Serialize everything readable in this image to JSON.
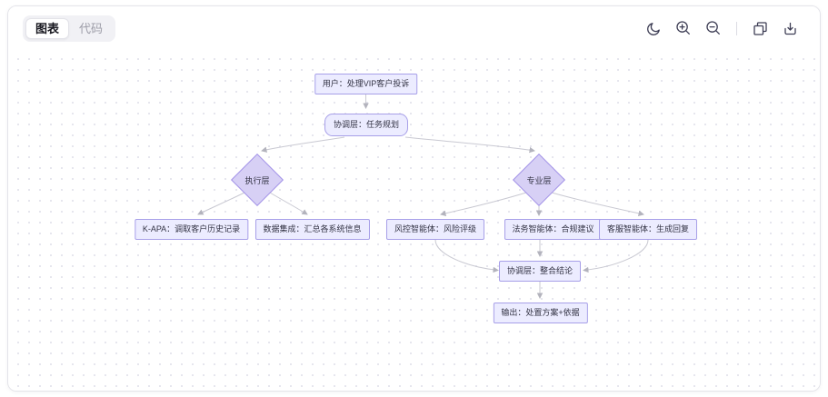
{
  "tabs": [
    {
      "id": "chart",
      "label": "图表",
      "active": true
    },
    {
      "id": "code",
      "label": "代码",
      "active": false
    }
  ],
  "toolbar": {
    "buttons": [
      {
        "name": "dark-mode",
        "icon": "moon-icon"
      },
      {
        "name": "zoom-in",
        "icon": "zoom-in-icon"
      },
      {
        "name": "zoom-out",
        "icon": "zoom-out-icon"
      },
      {
        "name": "copy",
        "icon": "copy-icon"
      },
      {
        "name": "download",
        "icon": "download-icon"
      }
    ]
  },
  "diagram": {
    "type": "flowchart",
    "nodes": [
      {
        "id": "user",
        "label": "用户：处理VIP客户投诉",
        "shape": "rect"
      },
      {
        "id": "plan",
        "label": "协调层：任务规划",
        "shape": "rounded"
      },
      {
        "id": "exec",
        "label": "执行层",
        "shape": "diamond"
      },
      {
        "id": "expert",
        "label": "专业层",
        "shape": "diamond"
      },
      {
        "id": "kapa",
        "label": "K-APA：调取客户历史记录",
        "shape": "rect"
      },
      {
        "id": "integrate",
        "label": "数据集成：汇总各系统信息",
        "shape": "rect"
      },
      {
        "id": "risk",
        "label": "风控智能体：风险评级",
        "shape": "rect"
      },
      {
        "id": "legal",
        "label": "法务智能体：合规建议",
        "shape": "rect"
      },
      {
        "id": "service",
        "label": "客服智能体：生成回复",
        "shape": "rect"
      },
      {
        "id": "merge",
        "label": "协调层：整合结论",
        "shape": "rect"
      },
      {
        "id": "output",
        "label": "输出：处置方案+依据",
        "shape": "rect"
      }
    ],
    "edges": [
      {
        "from": "user",
        "to": "plan"
      },
      {
        "from": "plan",
        "to": "exec"
      },
      {
        "from": "plan",
        "to": "expert"
      },
      {
        "from": "exec",
        "to": "kapa"
      },
      {
        "from": "exec",
        "to": "integrate"
      },
      {
        "from": "expert",
        "to": "risk"
      },
      {
        "from": "expert",
        "to": "legal"
      },
      {
        "from": "expert",
        "to": "service"
      },
      {
        "from": "risk",
        "to": "merge"
      },
      {
        "from": "legal",
        "to": "merge"
      },
      {
        "from": "service",
        "to": "merge"
      },
      {
        "from": "merge",
        "to": "output"
      }
    ],
    "colors": {
      "node_fill": "#ececff",
      "node_border": "#a79fe8",
      "diamond_fill": "#d7d0f5",
      "diamond_border": "#a393e8",
      "edge": "#c9c9d2",
      "text": "#333344"
    }
  }
}
